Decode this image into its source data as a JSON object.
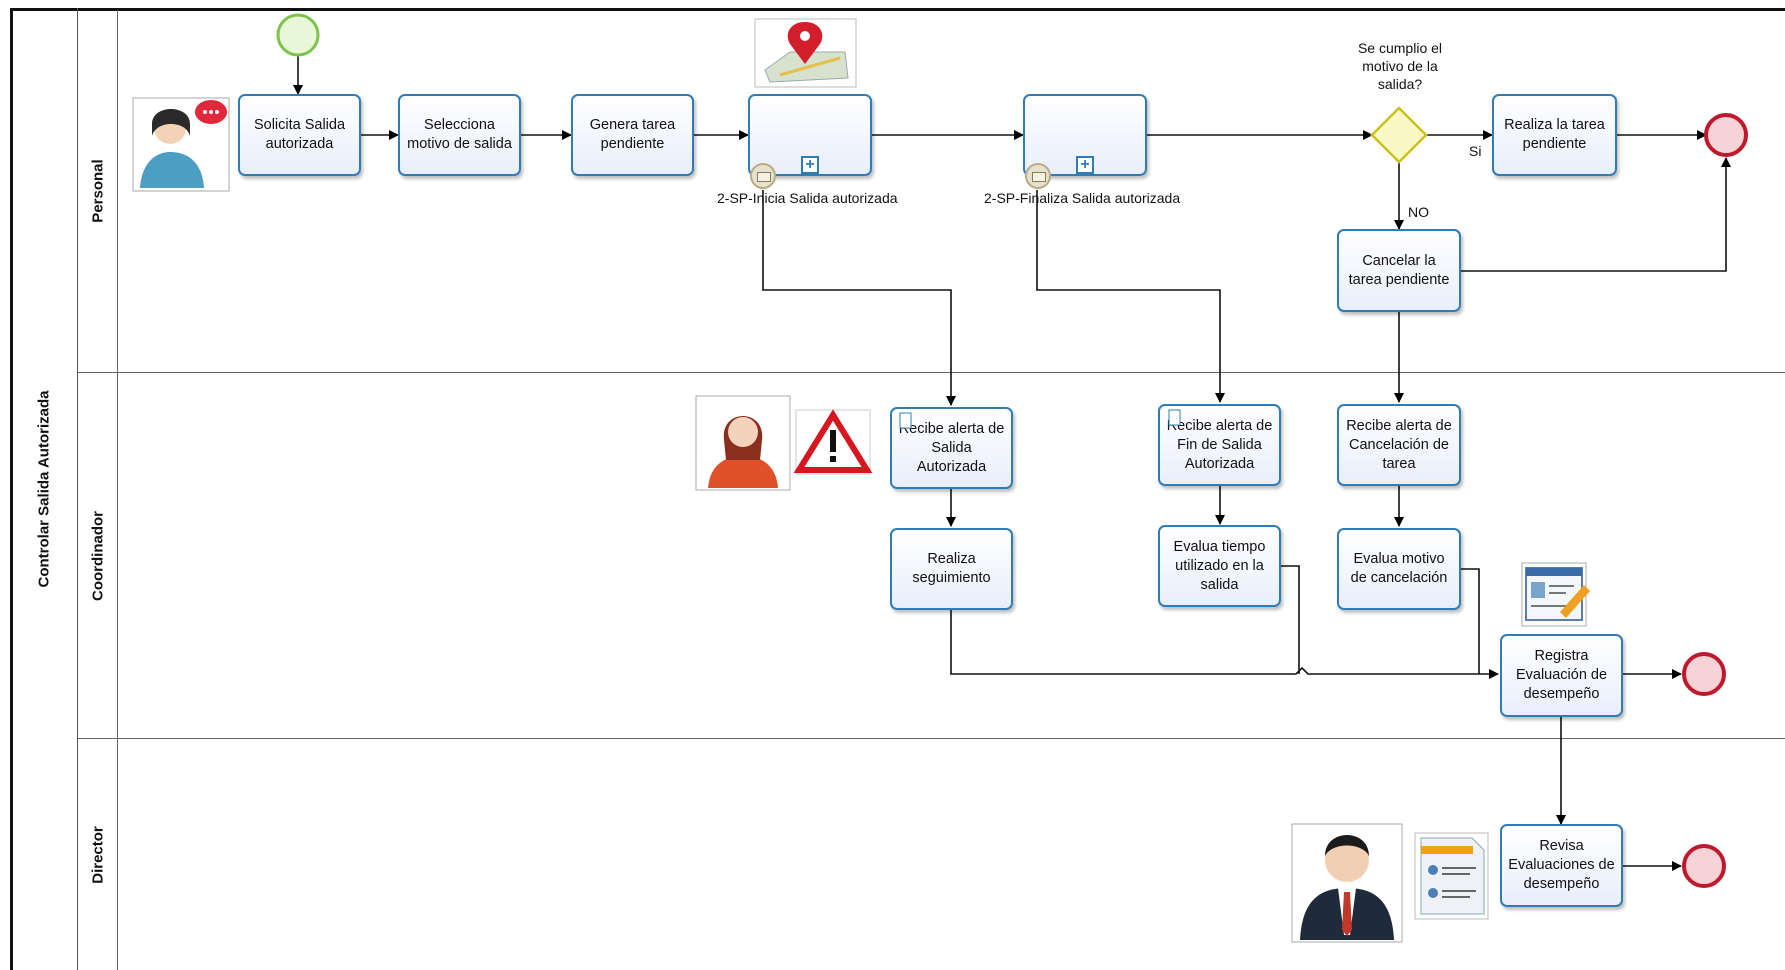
{
  "pool": {
    "name": "Controlar Salida Autorizada"
  },
  "lanes": {
    "personal": "Personal",
    "coordinador": "Coordinador",
    "director": "Director"
  },
  "tasks": {
    "solicita": "Solicita Salida autorizada",
    "selecciona": "Selecciona motivo de salida",
    "genera": "Genera tarea pendiente",
    "realiza_tarea": "Realiza la tarea pendiente",
    "cancelar": "Cancelar la tarea pendiente",
    "recibe_salida": "Recibe alerta de Salida Autorizada",
    "realiza_seguimiento": "Realiza seguimiento",
    "recibe_fin": "Recibe alerta de Fin de Salida Autorizada",
    "evalua_tiempo": "Evalua tiempo utilizado en la salida",
    "recibe_cancelacion": "Recibe alerta de Cancelación de tarea",
    "evalua_motivo": "Evalua motivo de cancelación",
    "registra": "Registra Evaluación de desempeño",
    "revisa": "Revisa Evaluaciones de desempeño"
  },
  "subprocesses": {
    "inicia": "2-SP-Inicia Salida autorizada",
    "finaliza": "2-SP-Finaliza Salida autorizada"
  },
  "gateway": {
    "question": "Se cumplio el motivo de la salida?",
    "yes": "Si",
    "no": "NO"
  },
  "colors": {
    "task_border": "#2f7cb7",
    "start_event": "#7dc24b",
    "end_event": "#c0192e",
    "gateway": "#c8c21f"
  },
  "icons": [
    "call-center-agent-icon",
    "map-pin-icon",
    "woman-avatar-icon",
    "warning-icon",
    "businessman-avatar-icon",
    "resume-document-icon",
    "id-card-pencil-icon"
  ]
}
